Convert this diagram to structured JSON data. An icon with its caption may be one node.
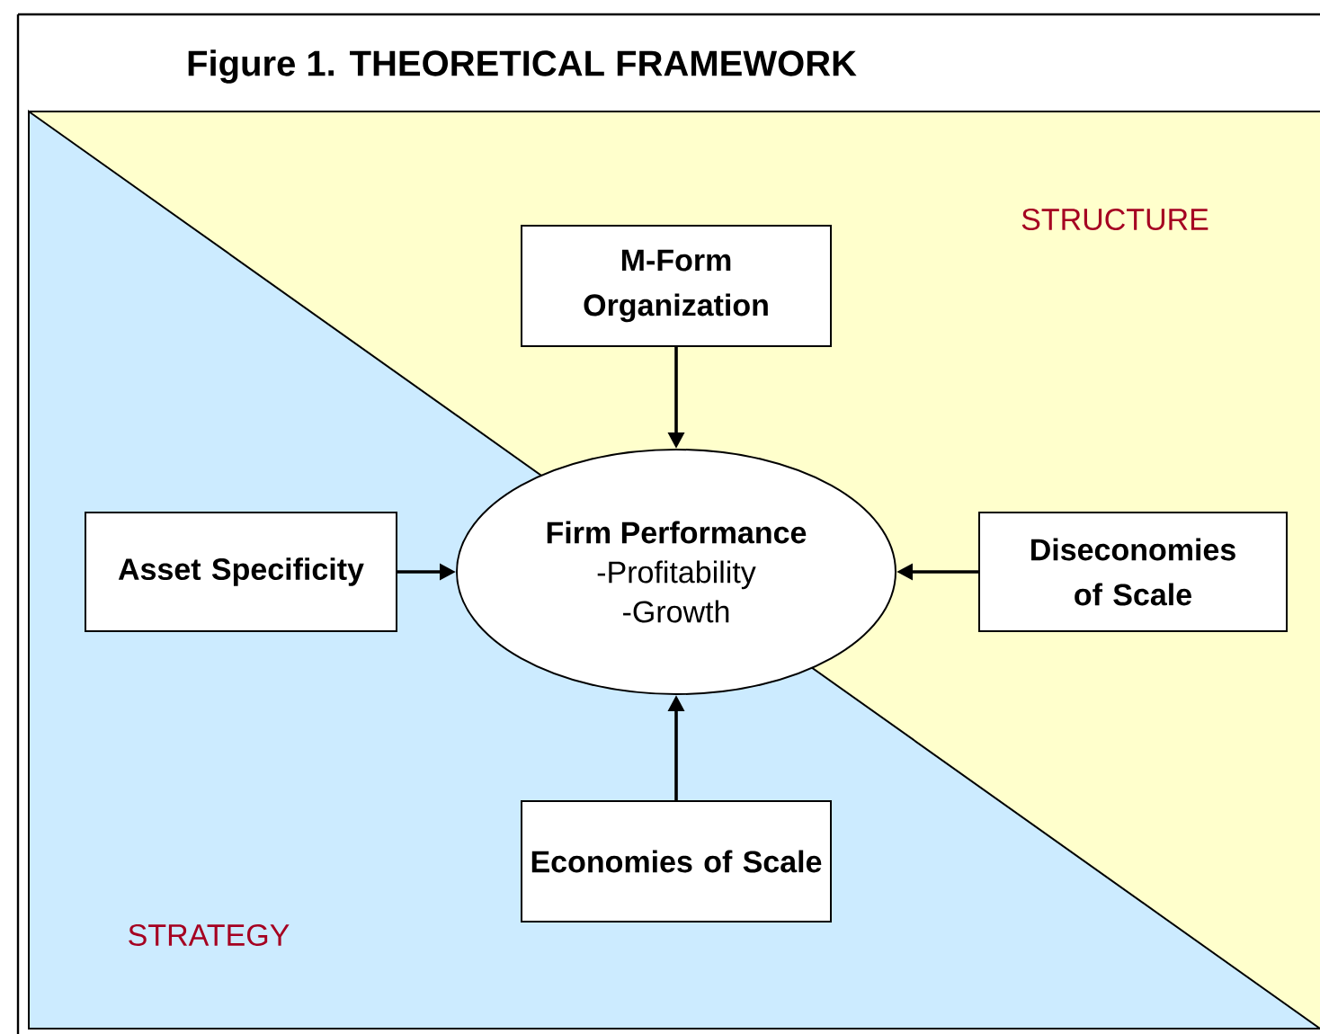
{
  "diagram": {
    "title": "Figure 1. THEORETICAL FRAMEWORK",
    "nodes": [
      {
        "text": [
          "M-Form Organization"
        ]
      },
      {
        "text": [
          "Firm Performance",
          "-Profitability",
          "-Growth"
        ]
      },
      {
        "text": [
          "Asset Specificity"
        ]
      },
      {
        "text": [
          "Diseconomies of Scale"
        ]
      },
      {
        "text": [
          "Economies of Scale"
        ]
      }
    ],
    "edges": [
      {
        "from": 0,
        "to": 1,
        "arrow": "to"
      },
      {
        "from": 2,
        "to": 1,
        "arrow": "to"
      },
      {
        "from": 3,
        "to": 1,
        "arrow": "to"
      },
      {
        "from": 4,
        "to": 1,
        "arrow": "to"
      }
    ],
    "labels": [
      "STRUCTURE",
      "STRATEGY"
    ]
  }
}
